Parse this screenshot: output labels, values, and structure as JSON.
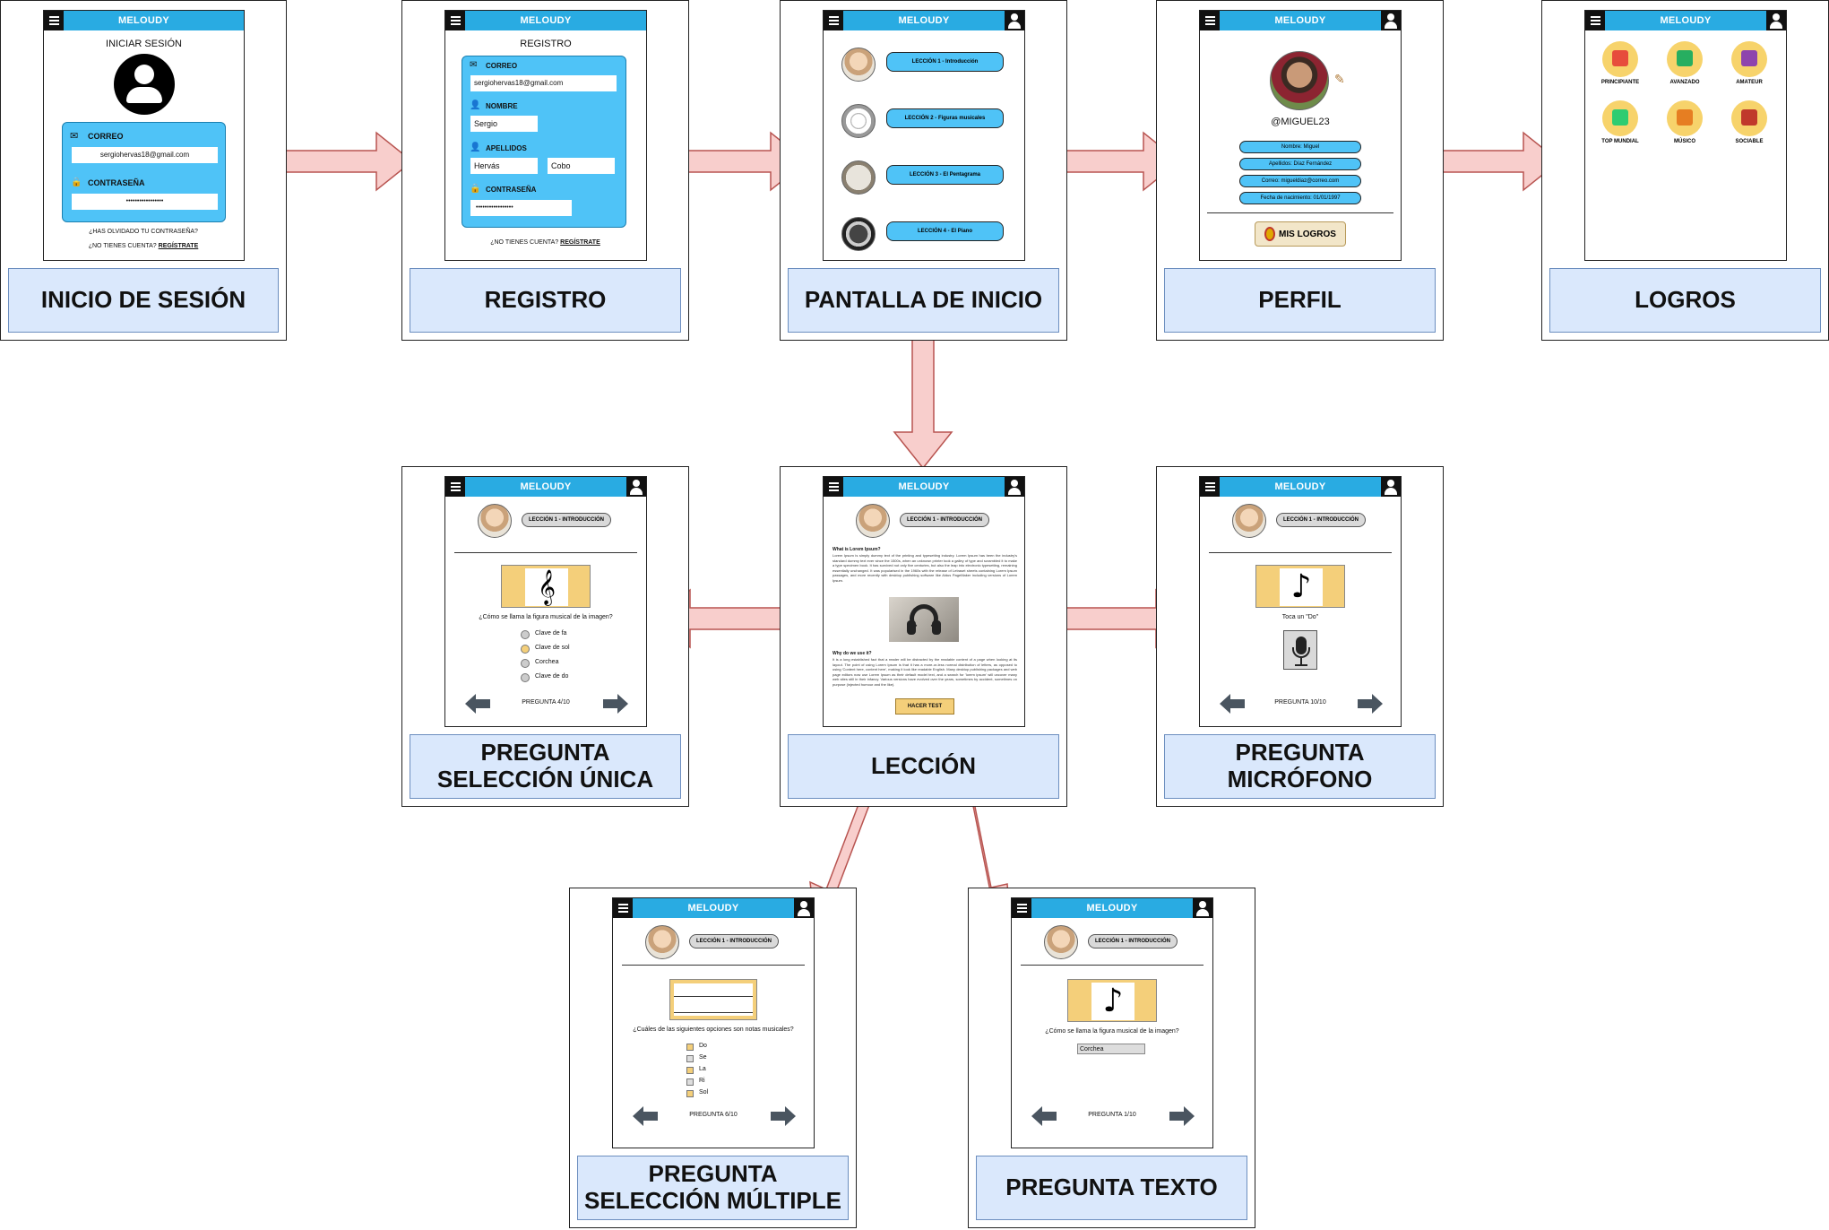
{
  "app": {
    "title": "MELOUDY"
  },
  "labels": {
    "inicio_sesion": "INICIO DE SESIÓN",
    "registro": "REGISTRO",
    "pantalla_inicio": "PANTALLA DE INICIO",
    "perfil": "PERFIL",
    "logros": "LOGROS",
    "pregunta_unica": "PREGUNTA SELECCIÓN ÚNICA",
    "leccion": "LECCIÓN",
    "pregunta_microfono": "PREGUNTA MICRÓFONO",
    "pregunta_multiple": "PREGUNTA SELECCIÓN MÚLTIPLE",
    "pregunta_texto": "PREGUNTA TEXTO"
  },
  "login": {
    "heading": "INICIAR SESIÓN",
    "email_label": "CORREO",
    "email_value": "sergiohervas18@gmail.com",
    "password_label": "CONTRASEÑA",
    "password_value": "•••••••••••••••••",
    "forgot": "¿HAS OLVIDADO TU CONTRASEÑA?",
    "no_account": "¿NO TIENES CUENTA?",
    "register_link": "REGÍSTRATE"
  },
  "register": {
    "heading": "REGISTRO",
    "email_label": "CORREO",
    "email_value": "sergiohervas18@gmail.com",
    "name_label": "NOMBRE",
    "name_value": "Sergio",
    "surname_label": "APELLIDOS",
    "surname1": "Hervás",
    "surname2": "Cobo",
    "password_label": "CONTRASEÑA",
    "password_value": "•••••••••••••••••",
    "no_account": "¿NO TIENES CUENTA?",
    "register_link": "REGÍSTRATE"
  },
  "home": {
    "lessons": [
      "LECCIÓN 1 - Introducción",
      "LECCIÓN 2 - Figuras musicales",
      "LECCIÓN 3 - El Pentagrama",
      "LECCIÓN 4 - El Piano"
    ]
  },
  "profile": {
    "username": "@MIGUEL23",
    "fields": [
      "Nombre: Miguel",
      "Apellidos: Díaz Fernández",
      "Correo: migueldiaz@correo.com",
      "Fecha de nacimiento: 01/01/1997"
    ],
    "achievements_button": "MIS LOGROS"
  },
  "achievements": {
    "items": [
      "PRINCIPIANTE",
      "AVANZADO",
      "AMATEUR",
      "TOP MUNDIAL",
      "MÚSICO",
      "SOCIABLE"
    ],
    "colors": [
      "#e74c3c",
      "#27ae60",
      "#8e44ad",
      "#2ecc71",
      "#e67e22",
      "#c0392b"
    ]
  },
  "lesson": {
    "pill": "LECCIÓN 1 - INTRODUCCIÓN",
    "h1": "What is Lorem Ipsum?",
    "p1": "Lorem Ipsum is simply dummy text of the printing and typesetting industry. Lorem Ipsum has been the industry's standard dummy text ever since the 1500s, when an unknown printer took a galley of type and scrambled it to make a type specimen book. It has survived not only five centuries, but also the leap into electronic typesetting, remaining essentially unchanged. It was popularised in the 1960s with the release of Letraset sheets containing Lorem Ipsum passages, and more recently with desktop publishing software like Aldus PageMaker including versions of Lorem Ipsum.",
    "h2": "Why do we use it?",
    "p2": "It is a long established fact that a reader will be distracted by the readable content of a page when looking at its layout. The point of using Lorem Ipsum is that it has a more-or-less normal distribution of letters, as opposed to using 'Content here, content here', making it look like readable English. Many desktop publishing packages and web page editors now use Lorem Ipsum as their default model text, and a search for 'lorem ipsum' will uncover many web sites still in their infancy. Various versions have evolved over the years, sometimes by accident, sometimes on purpose (injected humour and the like).",
    "button": "HACER TEST"
  },
  "q_single": {
    "pill": "LECCIÓN 1 - INTRODUCCIÓN",
    "question": "¿Cómo se llama la figura musical de la imagen?",
    "options": [
      "Clave de fa",
      "Clave de sol",
      "Corchea",
      "Clave de do"
    ],
    "counter": "PREGUNTA 4/10"
  },
  "q_mic": {
    "pill": "LECCIÓN 1 - INTRODUCCIÓN",
    "prompt": "Toca un \"Do\"",
    "counter": "PREGUNTA 10/10"
  },
  "q_multi": {
    "pill": "LECCIÓN 1 - INTRODUCCIÓN",
    "question": "¿Cuáles de las siguientes opciones son notas musicales?",
    "options": [
      "Do",
      "Se",
      "La",
      "Ri",
      "Sol"
    ],
    "counter": "PREGUNTA 6/10"
  },
  "q_text": {
    "pill": "LECCIÓN 1 - INTRODUCCIÓN",
    "question": "¿Cómo se llama la figura musical de la imagen?",
    "answer": "Corchea",
    "counter": "PREGUNTA 1/10"
  },
  "colors": {
    "topbar": "#29abe2",
    "label_fill": "#dae8fc",
    "label_border": "#6c8ebf",
    "arrow_fill": "#f8cecc",
    "arrow_stroke": "#b85450",
    "card_blue": "#4fc3f7",
    "gold": "#f7d36b"
  }
}
